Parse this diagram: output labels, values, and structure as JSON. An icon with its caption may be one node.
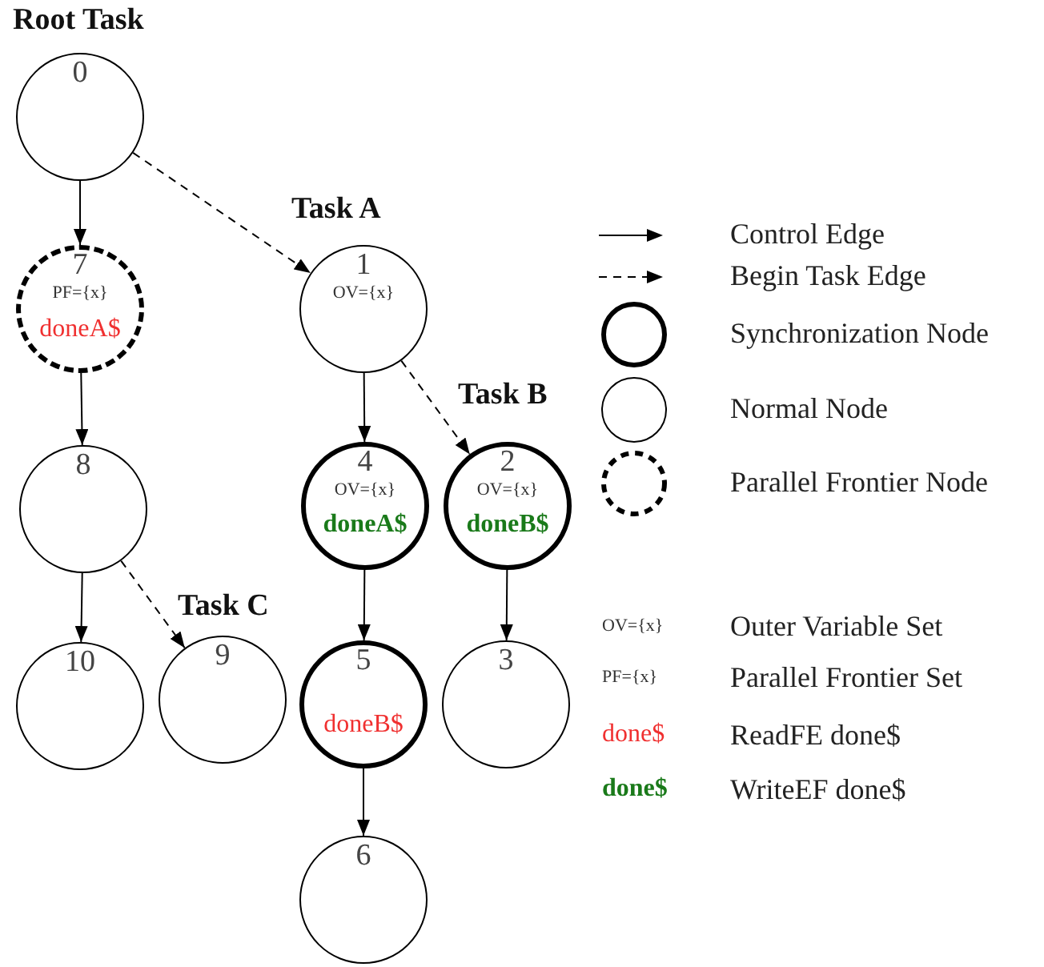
{
  "diagram": {
    "nodes": [
      {
        "text": [
          "0"
        ],
        "beside": [
          "Root Task"
        ]
      },
      {
        "text": [
          "7",
          "PF={x}",
          "doneA$"
        ]
      },
      {
        "text": [
          "1",
          "OV={x}"
        ],
        "beside": [
          "Task A"
        ]
      },
      {
        "text": [
          "8"
        ]
      },
      {
        "text": [
          "4",
          "OV={x}",
          "doneA$"
        ]
      },
      {
        "text": [
          "2",
          "OV={x}",
          "doneB$"
        ],
        "beside": [
          "Task B"
        ]
      },
      {
        "text": [
          "10"
        ]
      },
      {
        "text": [
          "9"
        ],
        "beside": [
          "Task C"
        ]
      },
      {
        "text": [
          "5",
          "doneB$"
        ]
      },
      {
        "text": [
          "3"
        ]
      },
      {
        "text": [
          "6"
        ]
      }
    ],
    "edges": [
      {
        "from": 0,
        "to": 1,
        "arrow": "to"
      },
      {
        "from": 0,
        "to": 2,
        "arrow": "to",
        "style": "dashed"
      },
      {
        "from": 1,
        "to": 3,
        "arrow": "to"
      },
      {
        "from": 2,
        "to": 4,
        "arrow": "to"
      },
      {
        "from": 2,
        "to": 5,
        "arrow": "to",
        "style": "dashed"
      },
      {
        "from": 3,
        "to": 6,
        "arrow": "to"
      },
      {
        "from": 3,
        "to": 7,
        "arrow": "to",
        "style": "dashed"
      },
      {
        "from": 4,
        "to": 8,
        "arrow": "to"
      },
      {
        "from": 5,
        "to": 9,
        "arrow": "to"
      },
      {
        "from": 8,
        "to": 10,
        "arrow": "to"
      }
    ],
    "labels": [
      "OV={x}",
      "PF={x}",
      "done$",
      "done$"
    ],
    "legend": [
      {
        "text": "Control Edge"
      },
      {
        "text": "Begin Task Edge"
      },
      {
        "text": "Synchronization Node"
      },
      {
        "text": "Normal Node"
      },
      {
        "text": "Parallel Frontier Node"
      },
      {
        "text": "Outer Variable Set"
      },
      {
        "text": "Parallel Frontier Set"
      },
      {
        "text": "ReadFE done$"
      },
      {
        "text": "WriteEF done$"
      }
    ]
  }
}
